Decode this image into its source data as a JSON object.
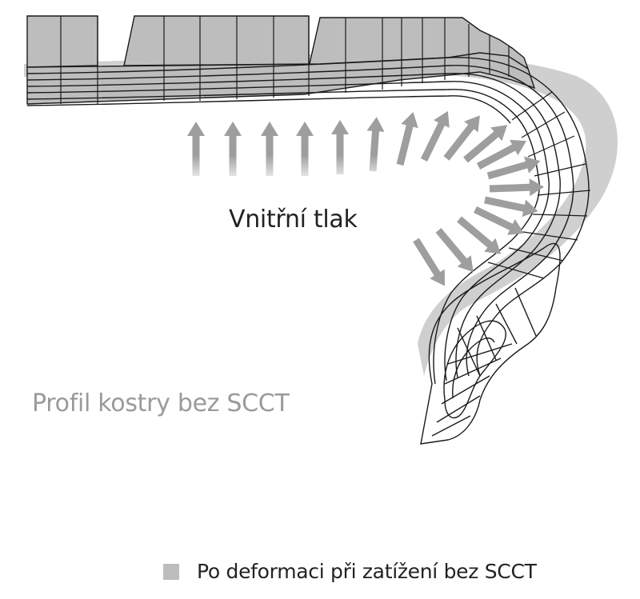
{
  "labels": {
    "internal_pressure": "Vnitřní tlak",
    "profile_without_scct": "Profil kostry bez SCCT"
  },
  "legend": {
    "deformed_label": "Po deformaci při zatížení bez SCCT"
  },
  "colors": {
    "deformed_fill": "#bdbdbd",
    "mesh_stroke": "#1a1a1a",
    "arrow_gray": "#9e9e9e",
    "muted_text": "#9a9a9a"
  },
  "arrow_count": 18
}
